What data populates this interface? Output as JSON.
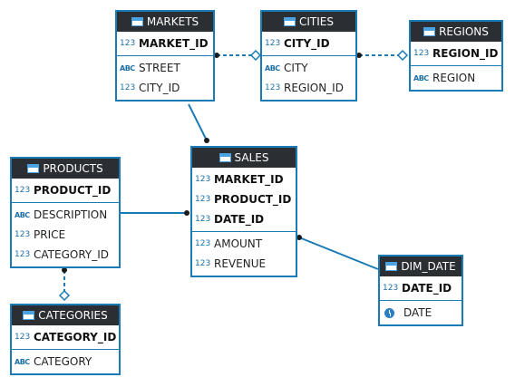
{
  "entities": {
    "markets": {
      "title": "MARKETS",
      "sections": [
        [
          {
            "name": "MARKET_ID",
            "type": "123",
            "pk": true
          }
        ],
        [
          {
            "name": "STREET",
            "type": "ABC"
          },
          {
            "name": "CITY_ID",
            "type": "123"
          }
        ]
      ]
    },
    "cities": {
      "title": "CITIES",
      "sections": [
        [
          {
            "name": "CITY_ID",
            "type": "123",
            "pk": true
          }
        ],
        [
          {
            "name": "CITY",
            "type": "ABC"
          },
          {
            "name": "REGION_ID",
            "type": "123"
          }
        ]
      ]
    },
    "regions": {
      "title": "REGIONS",
      "sections": [
        [
          {
            "name": "REGION_ID",
            "type": "123",
            "pk": true
          }
        ],
        [
          {
            "name": "REGION",
            "type": "ABC"
          }
        ]
      ]
    },
    "products": {
      "title": "PRODUCTS",
      "sections": [
        [
          {
            "name": "PRODUCT_ID",
            "type": "123",
            "pk": true
          }
        ],
        [
          {
            "name": "DESCRIPTION",
            "type": "ABC"
          },
          {
            "name": "PRICE",
            "type": "123"
          },
          {
            "name": "CATEGORY_ID",
            "type": "123"
          }
        ]
      ]
    },
    "sales": {
      "title": "SALES",
      "sections": [
        [
          {
            "name": "MARKET_ID",
            "type": "123",
            "pk": true
          },
          {
            "name": "PRODUCT_ID",
            "type": "123",
            "pk": true
          },
          {
            "name": "DATE_ID",
            "type": "123",
            "pk": true
          }
        ],
        [
          {
            "name": "AMOUNT",
            "type": "123"
          },
          {
            "name": "REVENUE",
            "type": "123"
          }
        ]
      ]
    },
    "categories": {
      "title": "CATEGORIES",
      "sections": [
        [
          {
            "name": "CATEGORY_ID",
            "type": "123",
            "pk": true
          }
        ],
        [
          {
            "name": "CATEGORY",
            "type": "ABC"
          }
        ]
      ]
    },
    "dim_date": {
      "title": "DIM_DATE",
      "sections": [
        [
          {
            "name": "DATE_ID",
            "type": "123",
            "pk": true
          }
        ],
        [
          {
            "name": "DATE",
            "type": "clock"
          }
        ]
      ]
    }
  },
  "colors": {
    "accent": "#1a7bb5",
    "header": "#2b2f33"
  }
}
